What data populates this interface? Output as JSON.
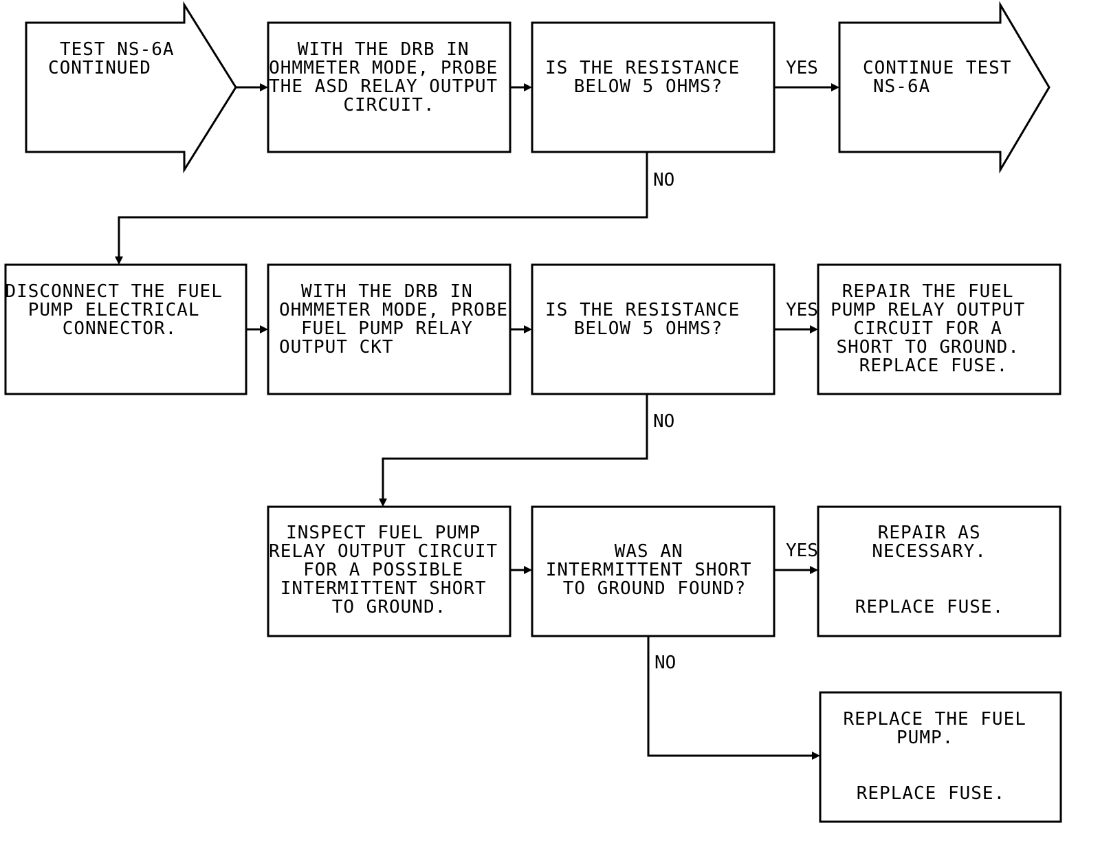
{
  "nodes": [
    {
      "id": "start",
      "lines": [
        "TEST NS-6A",
        "CONTINUED"
      ]
    },
    {
      "id": "probe-asd",
      "lines": [
        "WITH THE DRB IN",
        "OHMMETER MODE, PROBE",
        "THE ASD RELAY OUTPUT",
        "CIRCUIT."
      ]
    },
    {
      "id": "decision-1",
      "lines": [
        "IS THE RESISTANCE",
        "BELOW 5 OHMS?"
      ]
    },
    {
      "id": "continue",
      "lines": [
        "CONTINUE TEST",
        "NS-6A"
      ]
    },
    {
      "id": "disconnect",
      "lines": [
        "DISCONNECT THE FUEL",
        "PUMP ELECTRICAL",
        "CONNECTOR."
      ]
    },
    {
      "id": "probe-fuel",
      "lines": [
        "WITH THE DRB IN",
        "OHMMETER MODE, PROBE",
        "FUEL PUMP RELAY",
        "OUTPUT CKT"
      ]
    },
    {
      "id": "decision-2",
      "lines": [
        "IS THE RESISTANCE",
        "BELOW 5 OHMS?"
      ]
    },
    {
      "id": "repair-short",
      "lines": [
        "REPAIR THE FUEL",
        "PUMP RELAY OUTPUT",
        "CIRCUIT FOR A",
        "SHORT TO GROUND.",
        "REPLACE FUSE."
      ]
    },
    {
      "id": "inspect",
      "lines": [
        "INSPECT FUEL PUMP",
        "RELAY OUTPUT CIRCUIT",
        "FOR A POSSIBLE",
        "INTERMITTENT SHORT",
        "TO GROUND."
      ]
    },
    {
      "id": "decision-3",
      "lines": [
        "WAS AN",
        "INTERMITTENT SHORT",
        "TO GROUND FOUND?"
      ]
    },
    {
      "id": "repair-necessary",
      "lines": [
        "REPAIR AS",
        "NECESSARY.",
        "",
        "",
        "REPLACE FUSE."
      ]
    },
    {
      "id": "replace-pump",
      "lines": [
        "REPLACE THE FUEL",
        "PUMP.",
        "",
        "",
        "REPLACE FUSE."
      ]
    }
  ],
  "edge_labels": {
    "yes_1": "YES",
    "no_1": "NO",
    "yes_2": "YES",
    "no_2": "NO",
    "yes_3": "YES",
    "no_3": "NO"
  }
}
